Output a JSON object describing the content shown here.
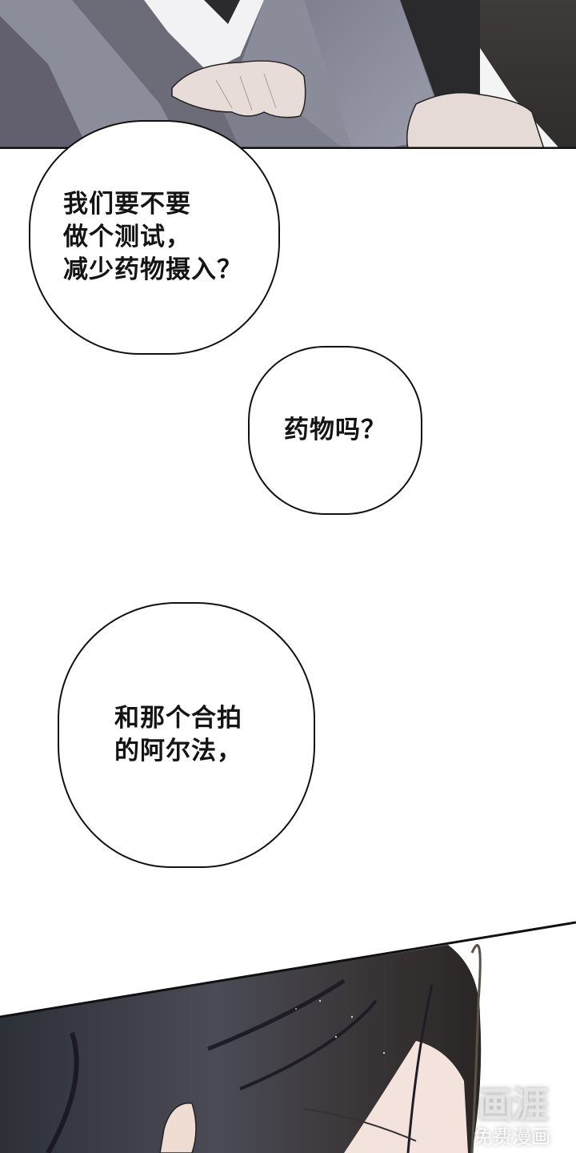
{
  "panels": {
    "top": {
      "description": "Close-up of hands resting on gray suit, dark background at right"
    },
    "bottom": {
      "description": "Close-up of dark-haired character's head tilted down, slanted panel edge"
    }
  },
  "bubbles": [
    {
      "id": "bubble-1",
      "text": "我们要不要\n做个测试，\n减少药物摄入？"
    },
    {
      "id": "bubble-2",
      "text": "药物吗？"
    },
    {
      "id": "bubble-3",
      "text": "和那个合拍\n的阿尔法，"
    }
  ],
  "watermark": {
    "logo": "画涯",
    "subtitle": "免费漫画"
  },
  "colors": {
    "suit_gray": "#8d8f9e",
    "suit_dark": "#5e5c6a",
    "skin": "#e8dcd8",
    "hair_dark": "#3a3a40",
    "background_dark": "#3c3a38",
    "bubble_border": "#111111"
  }
}
